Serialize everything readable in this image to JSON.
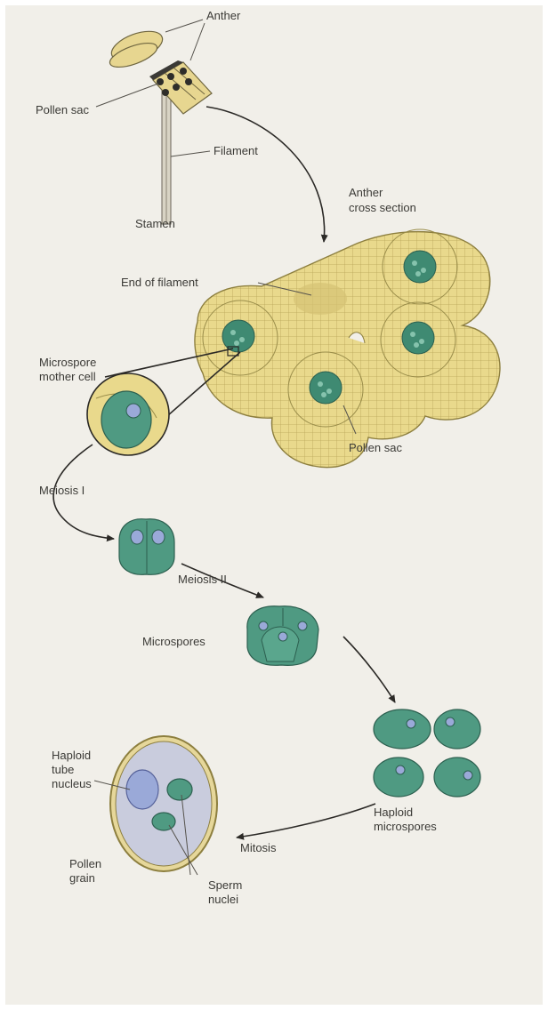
{
  "diagram": {
    "labels": {
      "anther": "Anther",
      "pollen_sac_top": "Pollen sac",
      "filament": "Filament",
      "stamen": "Stamen",
      "anther_cross_section_1": "Anther",
      "anther_cross_section_2": "cross section",
      "end_of_filament": "End of filament",
      "microspore_mother_cell_1": "Microspore",
      "microspore_mother_cell_2": "mother cell",
      "pollen_sac_bottom": "Pollen sac",
      "meiosis_1": "Meiosis I",
      "meiosis_2": "Meiosis II",
      "microspores": "Microspores",
      "haploid_microspores_1": "Haploid",
      "haploid_microspores_2": "microspores",
      "mitosis": "Mitosis",
      "haploid_tube_nucleus_1": "Haploid",
      "haploid_tube_nucleus_2": "tube",
      "haploid_tube_nucleus_3": "nucleus",
      "pollen_grain_1": "Pollen",
      "pollen_grain_2": "grain",
      "sperm_nuclei_1": "Sperm",
      "sperm_nuclei_2": "nuclei"
    },
    "colors": {
      "background": "#f1efe9",
      "tissue": "#e9d98c",
      "tissue_outline": "#9a8d4a",
      "cell_green": "#4f9a82",
      "cell_outline": "#2c5f4f",
      "nucleus_blue": "#9aa9d8",
      "pollen_fill": "#c9ccdd",
      "arrow": "#2b2926"
    }
  }
}
